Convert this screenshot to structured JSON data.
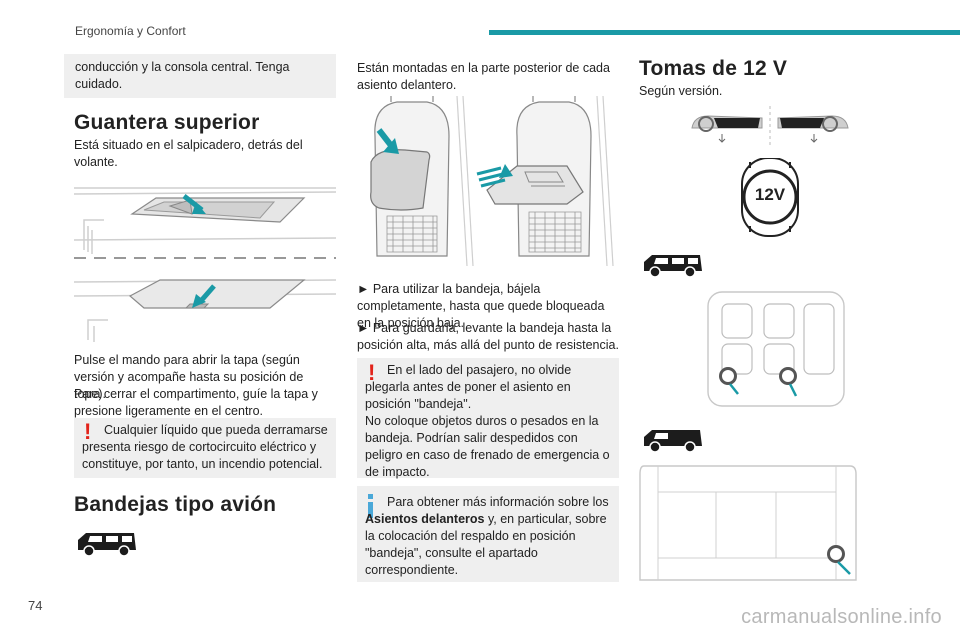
{
  "header": {
    "section": "Ergonomía y Confort"
  },
  "page_number": "74",
  "watermark": "carmanualsonline.info",
  "col1": {
    "intro_box": "conducción y la consola central. Tenga cuidado.",
    "h_glovebox": "Guantera superior",
    "glovebox_desc": "Está situado en el salpicadero, detrás del volante.",
    "glovebox_p1": "Pulse el mando para abrir la tapa (según versión y acompañe hasta su posición de tope).",
    "glovebox_p2": "Para cerrar el compartimento, guíe la tapa y presione ligeramente en el centro.",
    "warning": "Cualquier líquido que pueda derramarse presenta riesgo de cortocircuito eléctrico y constituye, por tanto, un incendio potencial.",
    "h_trays": "Bandejas tipo avión"
  },
  "col2": {
    "intro": "Están montadas en la parte posterior de cada asiento delantero.",
    "step1": "► Para utilizar la bandeja, bájela completamente, hasta que quede bloqueada en la posición baja.",
    "step2": "► Para guardarla, levante la bandeja hasta la posición alta, más allá del punto de resistencia.",
    "warning": "En el lado del pasajero, no olvide plegarla antes de poner el asiento en posición \"bandeja\".\nNo coloque objetos duros o pesados en la bandeja. Podrían salir despedidos con peligro en caso de frenado de emergencia o de impacto.",
    "info_pre": "Para obtener más información sobre los ",
    "info_bold": "Asientos delanteros",
    "info_post": " y, en particular, sobre la colocación del respaldo en posición \"bandeja\", consulte el apartado correspondiente."
  },
  "col3": {
    "h_sockets": "Tomas de 12 V",
    "version": "Según versión.",
    "socket_label": "12V"
  },
  "colors": {
    "accent": "#1a9aa6",
    "warning": "#e2231a",
    "info": "#4aa8d8",
    "box": "#efefef"
  }
}
